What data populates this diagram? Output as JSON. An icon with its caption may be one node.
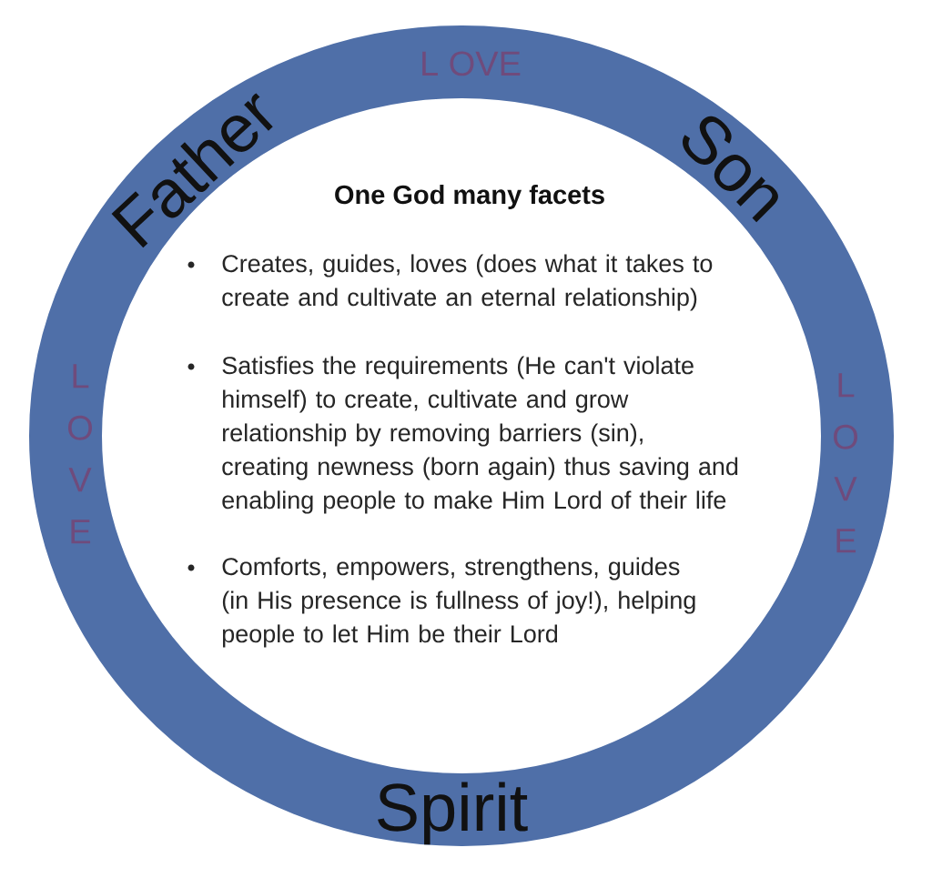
{
  "diagram": {
    "nodes": [
      {
        "text": [
          "Father",
          "L OVE",
          "Son",
          "One God many facets",
          "Creates, guides, loves (does what it takes to create and cultivate an eternal relationship)",
          "LOVE",
          "Satisfies the requirements (He can't violate himself) to create, cultivate and grow relationship by removing barriers (sin), creating newness (born again) thus saving and enabling people to make Him Lord of their life",
          "LOVE",
          "Comforts, empowers, strengthens, guides (in His presence is fullness of joy!), helping people to let Him be their Lord",
          "Spirit"
        ]
      }
    ]
  }
}
